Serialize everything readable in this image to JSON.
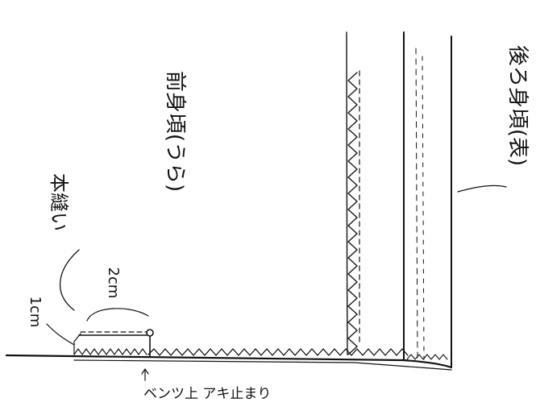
{
  "labels": {
    "hon_nui": "本縫い",
    "front_body": "前身頃(うら)",
    "back_body": "後ろ身頃(表)",
    "one_cm": "1cm",
    "two_cm": "2cm",
    "bottom_note": "ベンツ上 アキ止まり"
  },
  "colors": {
    "ink": "#111111",
    "paper": "#ffffff"
  }
}
